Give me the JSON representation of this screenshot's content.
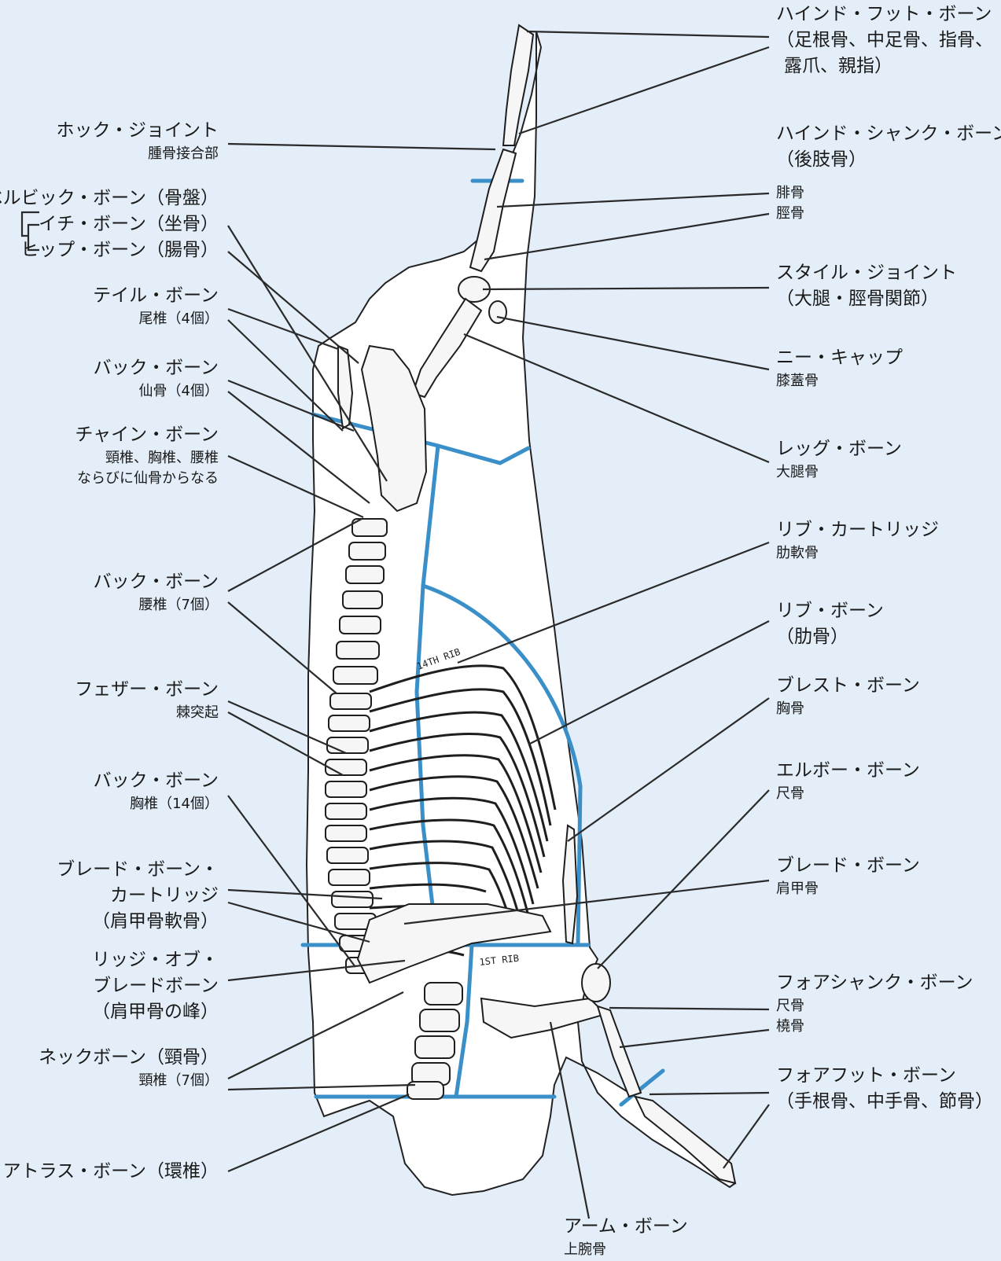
{
  "labels": {
    "hind_foot": {
      "title": "ハインド・フット・ボーン",
      "line2": "（足根骨、中足骨、指骨、",
      "line3": "露爪、親指）"
    },
    "hind_shank": {
      "title": "ハインド・シャンク・ボーン",
      "line2": "（後肢骨）"
    },
    "fibula": "腓骨",
    "tibia": "脛骨",
    "stifle": {
      "title": "スタイル・ジョイント",
      "line2": "（大腿・脛骨関節）"
    },
    "knee_cap": {
      "title": "ニー・キャップ",
      "sub": "膝蓋骨"
    },
    "leg_bone": {
      "title": "レッグ・ボーン",
      "sub": "大腿骨"
    },
    "rib_cartilage": {
      "title": "リブ・カートリッジ",
      "sub": "肋軟骨"
    },
    "rib_bone": {
      "title": "リブ・ボーン",
      "line2": "（肋骨）"
    },
    "breast_bone": {
      "title": "ブレスト・ボーン",
      "sub": "胸骨"
    },
    "elbow_bone": {
      "title": "エルボー・ボーン",
      "sub": "尺骨"
    },
    "blade_bone": {
      "title": "ブレード・ボーン",
      "sub": "肩甲骨"
    },
    "foreshank": {
      "title": "フォアシャンク・ボーン",
      "sub1": "尺骨",
      "sub2": "橈骨"
    },
    "forefoot": {
      "title": "フォアフット・ボーン",
      "line2": "（手根骨、中手骨、節骨）"
    },
    "arm_bone": {
      "title": "アーム・ボーン",
      "sub": "上腕骨"
    },
    "hock_joint": {
      "title": "ホック・ジョイント",
      "sub": "腫骨接合部"
    },
    "pelvic": {
      "title": "ベルビック・ボーン（骨盤）",
      "ischium": "イチ・ボーン（坐骨）",
      "hip": "ヒップ・ボーン（腸骨）"
    },
    "tail_bone": {
      "title": "テイル・ボーン",
      "sub": "尾椎（4個）"
    },
    "back_sacral": {
      "title": "バック・ボーン",
      "sub": "仙骨（4個）"
    },
    "chine_bone": {
      "title": "チャイン・ボーン",
      "sub1": "頸椎、胸椎、腰椎",
      "sub2": "ならびに仙骨からなる"
    },
    "back_lumbar": {
      "title": "バック・ボーン",
      "sub": "腰椎（7個）"
    },
    "feather_bone": {
      "title": "フェザー・ボーン",
      "sub": "棘突起"
    },
    "back_thoracic": {
      "title": "バック・ボーン",
      "sub": "胸椎（14個）"
    },
    "blade_cartilage": {
      "line1": "ブレード・ボーン・",
      "line2": "カートリッジ",
      "line3": "（肩甲骨軟骨）"
    },
    "ridge_blade": {
      "line1": "リッジ・オブ・",
      "line2": "ブレードボーン",
      "line3": "（肩甲骨の峰）"
    },
    "neck_bone": {
      "title": "ネックボーン（頸骨）",
      "sub": "頸椎（7個）"
    },
    "atlas_bone": {
      "title": "アトラス・ボーン（環椎）"
    }
  },
  "drawing_marks": {
    "rib14": "14TH RIB",
    "rib1": "1ST RIB"
  },
  "colors": {
    "background": "#e4eef9",
    "carcass": "#ffffff",
    "cut_lines": "#3a8fc8",
    "leader_lines": "#2a2a2a"
  }
}
